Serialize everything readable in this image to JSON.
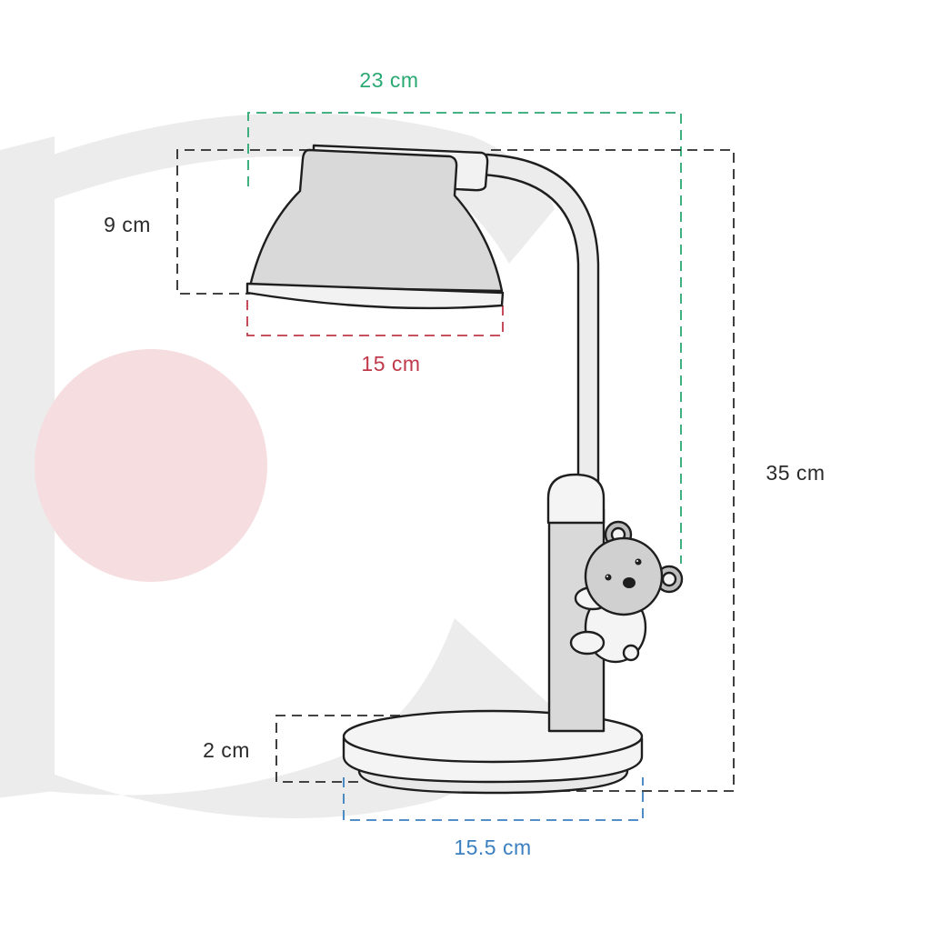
{
  "colors": {
    "background": "#ffffff",
    "background_arc": "#ececec",
    "pink_circle": "#f5dde0",
    "outline": "#1e1e1e",
    "lamp_fill": "#d9d9d9",
    "lamp_light": "#f2f2f2",
    "green": "#2aa872",
    "red": "#c0394a",
    "blue": "#3a7fc0",
    "black": "#2a2a2a"
  },
  "dimensions": {
    "total_width": "23 cm",
    "shade_height": "9 cm",
    "shade_width": "15 cm",
    "total_height": "35 cm",
    "base_height": "2 cm",
    "base_width": "15.5 cm"
  },
  "icons": {
    "product": "desk-lamp-icon",
    "decoration": "koala-icon"
  }
}
